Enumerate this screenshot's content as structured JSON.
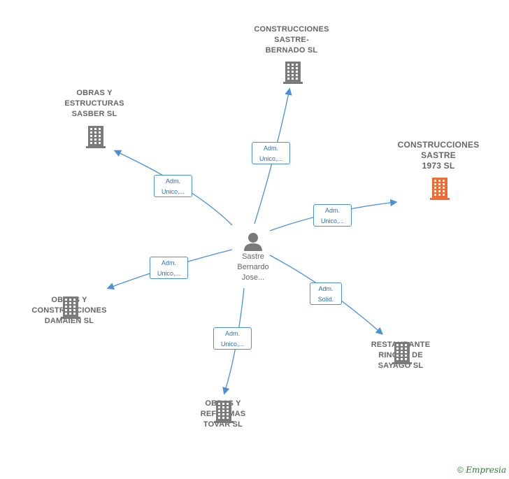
{
  "center": {
    "name": "Sastre\nBernardo\nJose...",
    "icon": "person-icon"
  },
  "companies": [
    {
      "id": "n1",
      "name": "CONSTRUCCIONES\nSASTRE-\nBERNADO SL",
      "icon": "building-icon",
      "color": "#7a7a7a"
    },
    {
      "id": "n2",
      "name": "OBRAS Y\nESTRUCTURAS\nSASBER  SL",
      "icon": "building-icon",
      "color": "#7a7a7a"
    },
    {
      "id": "n3",
      "name": "CONSTRUCCIONES\nSASTRE\n1973  SL",
      "icon": "building-icon",
      "color": "#f26a35"
    },
    {
      "id": "n4",
      "name": "OBRAS Y\nCONSTRUCCIONES\nDAMAIEN  SL",
      "icon": "building-icon",
      "color": "#7a7a7a"
    },
    {
      "id": "n5",
      "name": "RESTAURANTE\nRINCON DE\nSAYAGO  SL",
      "icon": "building-icon",
      "color": "#7a7a7a"
    },
    {
      "id": "n6",
      "name": "OBRAS Y\nREFORMAS\nTOVAR  SL",
      "icon": "building-icon",
      "color": "#7a7a7a"
    }
  ],
  "edges": [
    {
      "to": "n1",
      "line1": "Adm.",
      "line2": "Unico,..."
    },
    {
      "to": "n2",
      "line1": "Adm.",
      "line2": "Unico,..."
    },
    {
      "to": "n3",
      "line1": "Adm.",
      "line2": "Unico,..."
    },
    {
      "to": "n4",
      "line1": "Adm.",
      "line2": "Unico,..."
    },
    {
      "to": "n5",
      "line1": "Adm.",
      "line2": "Solid."
    },
    {
      "to": "n6",
      "line1": "Adm.",
      "line2": "Unico,..."
    }
  ],
  "colors": {
    "edge": "#4a90d9",
    "building": "#7a7a7a",
    "highlight": "#f26a35",
    "person": "#7a7a7a"
  },
  "footer": {
    "copyright": "©",
    "brand": "Empresia"
  }
}
